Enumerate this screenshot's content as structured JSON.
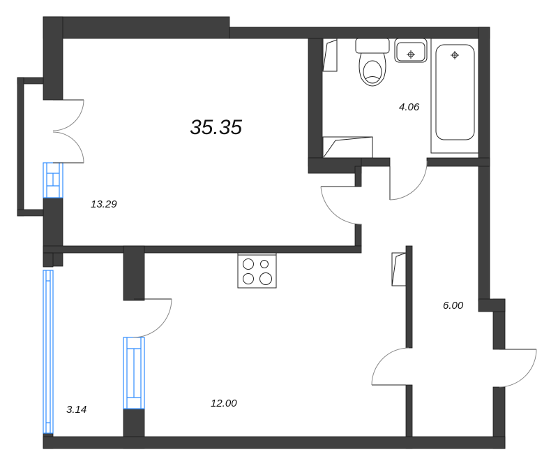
{
  "plan": {
    "total_area": "35.35",
    "rooms": [
      {
        "id": "living-room",
        "area": "13.29"
      },
      {
        "id": "bathroom",
        "area": "4.06"
      },
      {
        "id": "hallway",
        "area": "6.00"
      },
      {
        "id": "kitchen",
        "area": "12.00"
      },
      {
        "id": "balcony",
        "area": "3.14"
      }
    ],
    "colors": {
      "wall": "#404040",
      "window": "#2f8cff",
      "background": "#ffffff"
    }
  }
}
